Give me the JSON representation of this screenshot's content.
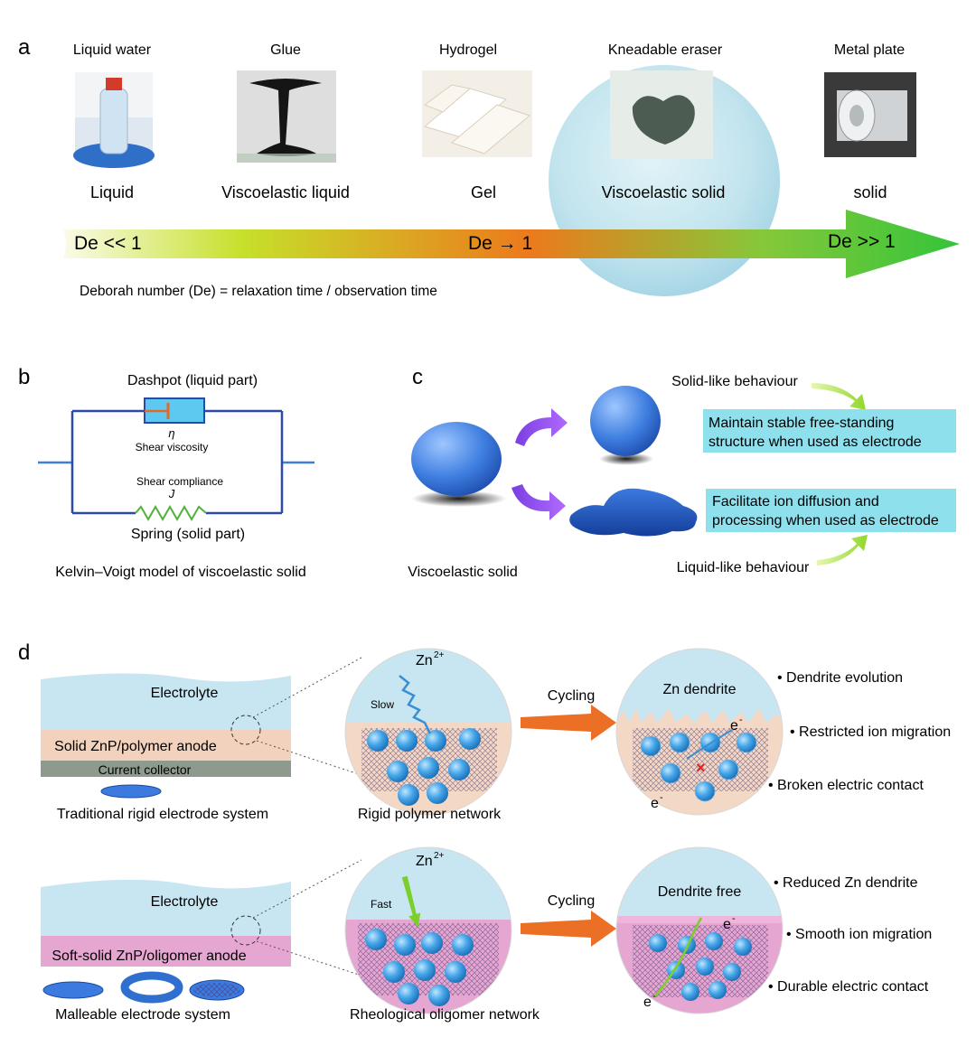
{
  "panel_a": {
    "label": "a",
    "materials": [
      {
        "name": "Liquid water",
        "state": "Liquid",
        "photo": "water-bottle"
      },
      {
        "name": "Glue",
        "state": "Viscoelastic liquid",
        "photo": "glue-drip"
      },
      {
        "name": "Hydrogel",
        "state": "Gel",
        "photo": "hydrogel-slices"
      },
      {
        "name": "Kneadable eraser",
        "state": "Viscoelastic solid",
        "photo": "eraser-blob"
      },
      {
        "name": "Metal plate",
        "state": "solid",
        "photo": "metal-roll"
      }
    ],
    "arrow_labels": [
      "De << 1",
      "De → 1",
      "De >> 1"
    ],
    "definition": "Deborah number (De) = relaxation time / observation time",
    "colors": {
      "start": "#f4f4d0",
      "lime": "#c6e02a",
      "orange": "#ec7a1c",
      "green": "#3fc63a",
      "bubble": "#bfe3ee"
    }
  },
  "panel_b": {
    "label": "b",
    "dashpot": "Dashpot (liquid part)",
    "eta": "η",
    "shear_viscosity": "Shear viscosity",
    "shear_compliance": "Shear compliance",
    "j": "J",
    "spring": "Spring (solid part)",
    "caption": "Kelvin–Voigt model of viscoelastic solid"
  },
  "panel_c": {
    "label": "c",
    "solid_like": "Solid-like behaviour",
    "solid_box": [
      "Maintain stable free-standing",
      "structure when used as electrode"
    ],
    "liquid_box": [
      "Facilitate ion diffusion and",
      "processing when used as electrode"
    ],
    "liquid_like": "Liquid-like behaviour",
    "caption": "Viscoelastic solid"
  },
  "panel_d": {
    "label": "d",
    "top": {
      "electrolyte": "Electrolyte",
      "anode": "Solid ZnP/polymer anode",
      "collector": "Current collector",
      "system": "Traditional rigid electrode system",
      "ion": "Zn",
      "ion_charge": "2+",
      "speed": "Slow",
      "network": "Rigid polymer network",
      "process": "Cycling",
      "result": "Zn dendrite",
      "electron": "e",
      "electron_charge": "-",
      "notes": [
        "• Dendrite evolution",
        "• Restricted ion migration",
        "• Broken electric contact"
      ]
    },
    "bottom": {
      "electrolyte": "Electrolyte",
      "anode": "Soft-solid ZnP/oligomer anode",
      "system": "Malleable electrode system",
      "ion": "Zn",
      "ion_charge": "2+",
      "speed": "Fast",
      "network": "Rheological oligomer network",
      "process": "Cycling",
      "result": "Dendrite free",
      "electron": "e",
      "electron_charge": "-",
      "notes": [
        "• Reduced Zn dendrite",
        "• Smooth ion migration",
        "• Durable electric contact"
      ]
    },
    "colors": {
      "electrolyte": "#c8e5f2",
      "polymer": "#f2d2bc",
      "collector": "#8e9a8e",
      "oligomer": "#e6a6d2",
      "particle": "#3a9ad8",
      "arrow": "#ec6f26",
      "ion_slow": "#3a8fd0",
      "ion_fast": "#7ccf2a"
    }
  }
}
